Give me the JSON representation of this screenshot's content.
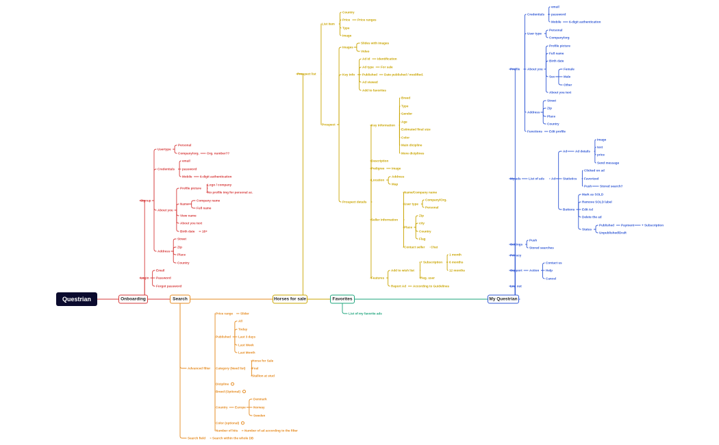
{
  "colors": {
    "root": "#0b0b2e",
    "onboarding": "#d63a3a",
    "search": "#e58a1f",
    "horses": "#c9a400",
    "favorites": "#1aa37a",
    "myq": "#3158d4"
  },
  "root": {
    "label": "Questrian"
  },
  "branches": [
    {
      "label": "Onboarding"
    },
    {
      "label": "Search"
    },
    {
      "label": "Horses for sale"
    },
    {
      "label": "Favorites"
    },
    {
      "label": "My Questrian"
    }
  ],
  "onboarding": {
    "signup": "Signup",
    "usertype": "Usertype",
    "personal": "Personal",
    "company": "Company/org.",
    "org_number": "Org. number??",
    "credentials": "Credentials",
    "email": "email",
    "password": "password",
    "mobile": "Mobile",
    "sixdigit": "6-digit authentication",
    "about": "About you",
    "profile_picture": "Profile picture",
    "logo_company": "Logo / company",
    "no_profile": "No profile img for personal ac.",
    "name": "Name",
    "company_name": "Company name",
    "full_name": "Full name",
    "view_name": "View name",
    "about_text": "About you text",
    "birth_date": "Birth date",
    "eighteen": "18+",
    "address": "Address",
    "street": "Street",
    "zip": "Zip",
    "place": "Place",
    "country": "Country",
    "login": "Login",
    "login_email": "Email",
    "login_password": "Password",
    "forgot": "Forgot password"
  },
  "search": {
    "advanced": "Advanced filter",
    "price_range": "Price range",
    "slider": "Slider",
    "published": "Published",
    "all": "All",
    "today": "Today",
    "last3": "Last 3 days",
    "last_week": "Last Week",
    "last_month": "Last Month",
    "category": "Category (Need list)",
    "horse_for_sale": "Horse for Sale",
    "foal": "Foal",
    "stallion": "Stallion at stud",
    "discipline": "Dicipline",
    "breed": "Breed (Optional)",
    "country": "Country",
    "europe": "Europe",
    "denmark": "Denmark",
    "norway": "Norway",
    "sweden": "Sweden",
    "color": "Color (optional)",
    "hits": "Number of hits",
    "hits_desc": "Number of ad according to the filter",
    "search_field": "Search field",
    "search_within": "Search within the whole DB"
  },
  "horses": {
    "prospect_list": "Prospect list",
    "list_item": "List item",
    "country": "Country",
    "price": "Price",
    "price_ranges": "Price ranges",
    "type": "Type",
    "image": "Image",
    "prospect": "Prospect",
    "images": "Images",
    "slides": "Slides with images",
    "video": "Video",
    "key_info": "Key info",
    "ad_id": "Ad id",
    "identification": "Identification",
    "ad_type": "Ad type",
    "for_sale": "For sale",
    "published": "Published",
    "date_published": "Date published / modified.",
    "ad_viewed": "Ad viewed",
    "add_fav": "Add to favorites",
    "prospect_details": "Prospect details",
    "key_information": "Key information",
    "breed": "Breed",
    "type2": "Type",
    "gender": "Gender",
    "age": "Age",
    "est_size": "Estimated final size",
    "color": "Color",
    "main_discipline": "Main dicipline",
    "more_disciplines": "More diciplines",
    "description": "Description",
    "pedigree": "Pedigree",
    "pedigree_image": "Image",
    "location": "Location",
    "loc_address": "Address",
    "loc_map": "Map",
    "seller_info": "Seller information",
    "seller_name": "Name/Company name",
    "user_type": "User type",
    "company_org": "Company/Org.",
    "personal": "Personal",
    "place": "Place",
    "zip": "Zip",
    "city": "city",
    "country2": "Country",
    "flag": "Flag",
    "contact_seller": "Contact seller",
    "chat": "Chat",
    "features": "Features",
    "add_wishlist": "Add to wish list",
    "subscription": "+ Subscription",
    "one_month": "1 month",
    "six_months": "6 months",
    "twelve_months": "12 months",
    "reg_user": "Reg. user",
    "report_ad": "Report Ad",
    "according": "According to Guidelines"
  },
  "favorites": {
    "list": "List of my favorite ads"
  },
  "myq": {
    "profile": "Profile",
    "credentials": "Credentials",
    "email": "email",
    "password": "password",
    "mobile": "Mobile",
    "sixdigit": "6-digit authentication",
    "user_type": "User type",
    "personal": "Personal",
    "company": "Company/org",
    "about": "About you",
    "profile_picture": "Profile picture",
    "full_name": "Full name",
    "birth_date": "Birth date",
    "sex": "Sex",
    "female": "Female",
    "male": "Male",
    "other": "Other",
    "about_text": "About you text",
    "address": "Address",
    "street": "Street",
    "zip": "Zip",
    "place": "Place",
    "country": "Country",
    "functions": "Functions",
    "edit_profile": "Edit profile",
    "my_ads": "My ads",
    "list_of_ads": "List of ads",
    "ad": "Ad",
    "ad2": "Ad",
    "ad_details": "Ad details",
    "image": "Image",
    "text": "text",
    "price": "price",
    "send_message": "Send message",
    "statistics": "Statistics",
    "clicked": "Clicked on ad",
    "favorized": "Favorized",
    "push": "Push",
    "stored_search": "Stored search?",
    "buttons": "Buttons",
    "mark_sold": "Mark as SOLD",
    "remove_sold": "Remove SOLD label",
    "edit_ad": "Edit Ad",
    "delete_ad": "Delete the ad",
    "status": "Status",
    "published": "Published",
    "payment": "Payment",
    "subscription": "+ Subscription",
    "unpublished": "Unpublished/Draft",
    "settings": "Settings",
    "settings_push": "Push",
    "stored_searches": "Stored searches",
    "privacy": "Privacy",
    "support": "Support",
    "action": "Action",
    "contact_us": "Contact us",
    "help": "Help",
    "cancel": "Cancel",
    "logout": "Log out"
  }
}
